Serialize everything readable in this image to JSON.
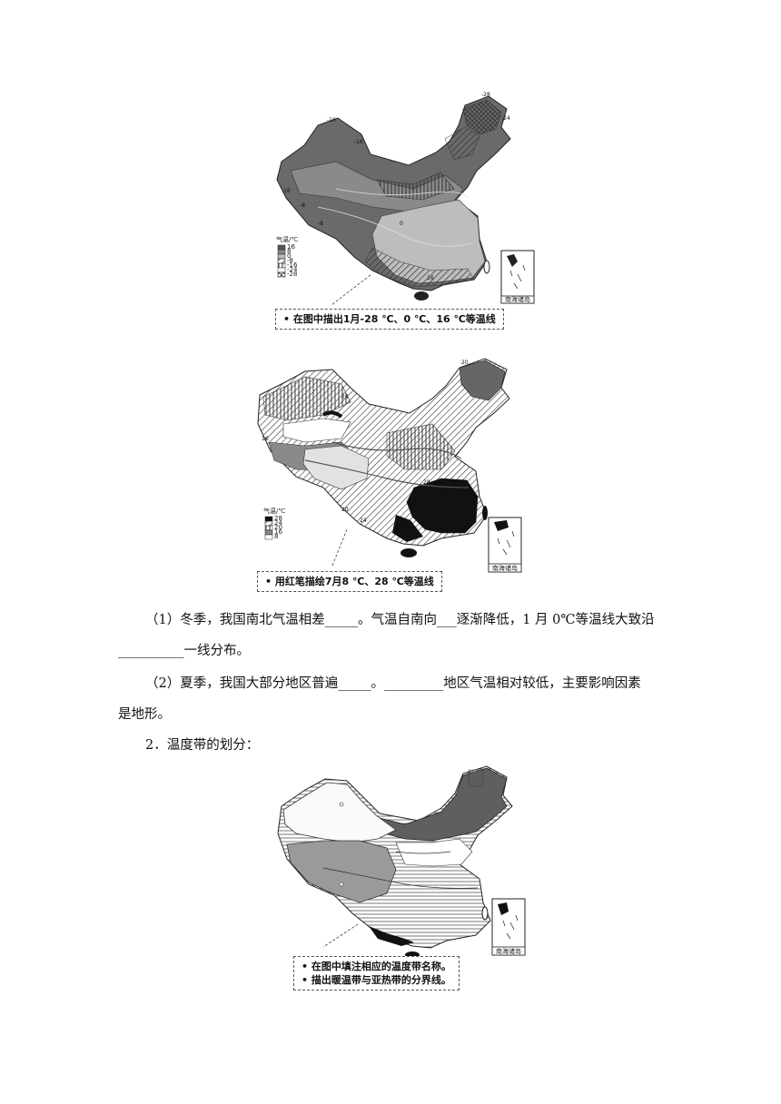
{
  "map1": {
    "callout": "• 在图中描出1月-28 ℃、0 ℃、16 ℃等温线",
    "legend_title": "气温/℃",
    "legend_values": [
      "16",
      "8",
      "0",
      "-8",
      "-16",
      "-24",
      "-28"
    ],
    "inset_caption": "南海诸岛",
    "isotherm_labels": [
      "-28",
      "-24",
      "-16",
      "-16",
      "-8",
      "0",
      "-16",
      "-8",
      "16"
    ]
  },
  "map2": {
    "callout": "• 用红笔描绘7月8 ℃、28 ℃等温线",
    "legend_title": "气温/℃",
    "legend_values": [
      "28",
      "24",
      "20",
      "16",
      "8"
    ],
    "inset_caption": "南海诸岛",
    "isotherm_labels": [
      "20",
      "24",
      "16",
      "28",
      "20",
      "24"
    ]
  },
  "questions": {
    "q1_line1": "（1）冬季，我国南北气温相差_____。气温自南向___逐渐降低，1 月 0℃等温线大致沿",
    "q1_line2": "__________一线分布。",
    "q2_line1": "（2）夏季，我国大部分地区普遍_____。_________地区气温相对较低，主要影响因素",
    "q2_line2": "是地形。"
  },
  "section2": {
    "heading": "2．温度带的划分："
  },
  "map3": {
    "callout_line1": "• 在图中填注相应的温度带名称。",
    "callout_line2": "• 描出暖温带与亚热带的分界线。",
    "inset_caption": "南海诸岛"
  },
  "colors": {
    "dark": "#5a5a5a",
    "mid": "#8c8c8c",
    "light": "#c8c8c8",
    "black": "#111111"
  }
}
